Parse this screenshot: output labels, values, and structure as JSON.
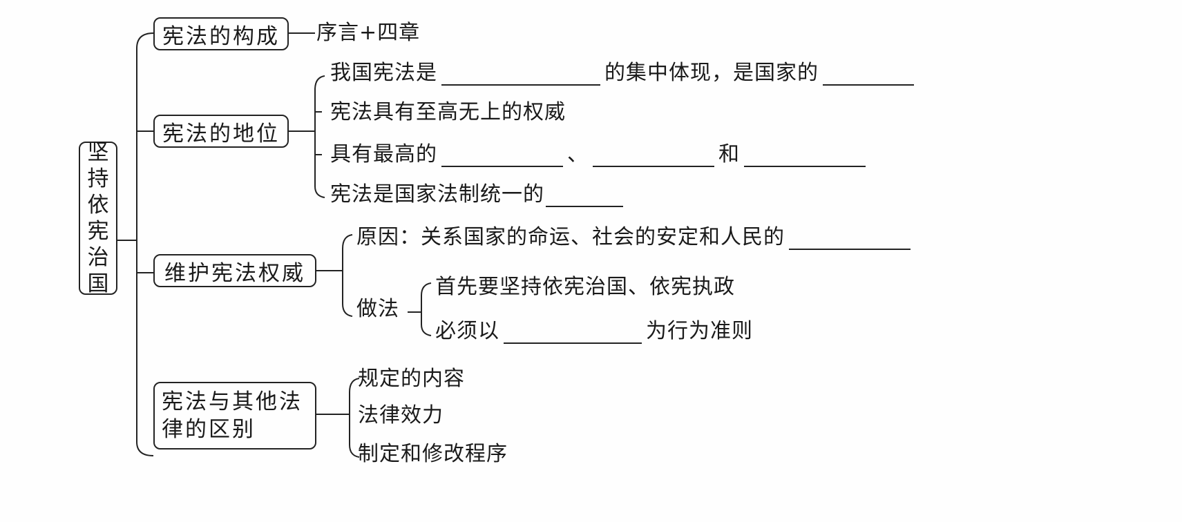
{
  "root": {
    "chars": [
      "坚",
      "持",
      "依",
      "宪",
      "治",
      "国"
    ],
    "title": "坚持依宪治国"
  },
  "branches": {
    "composition": {
      "label": "宪法的构成",
      "content": "序言+四章"
    },
    "status": {
      "label": "宪法的地位",
      "items": [
        {
          "before": "我国宪法是",
          "middle": "的集中体现，是国家的",
          "blanks": 2
        },
        {
          "text": "宪法具有至高无上的权威"
        },
        {
          "before": "具有最高的",
          "sep1": "、",
          "sep2": "和",
          "blanks": 3
        },
        {
          "before": "宪法是国家法制统一的",
          "blanks": 1
        }
      ]
    },
    "authority": {
      "label": "维护宪法权威",
      "reason": {
        "label": "原因：",
        "text": "关系国家的命运、社会的安定和人民的"
      },
      "practice": {
        "label": "做法",
        "items": [
          {
            "text": "首先要坚持依宪治国、依宪执政"
          },
          {
            "before": "必须以",
            "after": "为行为准则"
          }
        ]
      }
    },
    "difference": {
      "label_line1": "宪法与其他法",
      "label_line2": "律的区别",
      "items": [
        "规定的内容",
        "法律效力",
        "制定和修改程序"
      ]
    }
  }
}
